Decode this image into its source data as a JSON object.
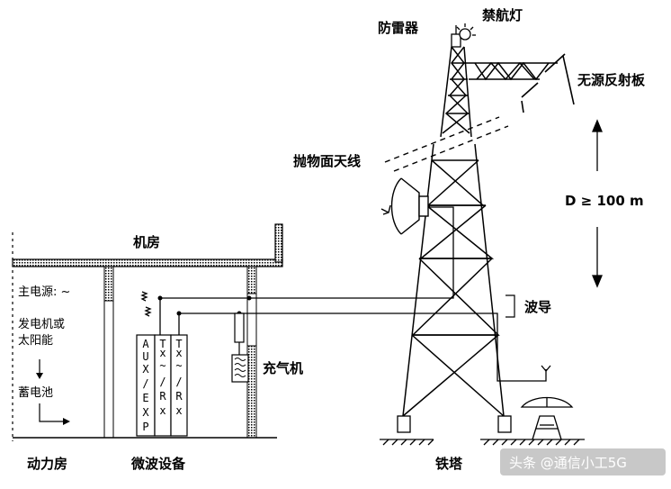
{
  "labels": {
    "lightning_rod": "防雷器",
    "beacon_light": "禁航灯",
    "passive_reflector": "无源反射板",
    "parabolic_antenna": "抛物面天线",
    "distance": "D ≥ 100 m",
    "equipment_room": "机房",
    "waveguide": "波导",
    "inflator": "充气机",
    "main_power": "主电源: ~",
    "generator_line1": "发电机或",
    "generator_line2": "太阳能",
    "battery": "蓄电池",
    "power_room": "动力房",
    "microwave_equipment": "微波设备",
    "tower": "铁塔"
  },
  "racks": [
    {
      "chars": [
        "A",
        "U",
        "X",
        "/",
        "E",
        "X",
        "P"
      ]
    },
    {
      "chars": [
        "T",
        "x",
        "~",
        "/",
        "R",
        "x"
      ]
    },
    {
      "chars": [
        "T",
        "x",
        "~",
        "/",
        "R",
        "x"
      ]
    }
  ],
  "watermark": "头条 @通信小工5G"
}
